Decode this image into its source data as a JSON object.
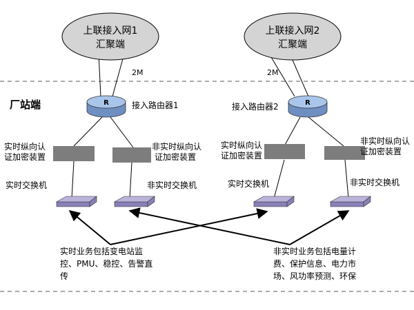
{
  "section_label": "厂站端",
  "uplinks": [
    {
      "line1": "上联接入网1",
      "line2": "汇聚端",
      "bandwidth": "2M"
    },
    {
      "line1": "上联接入网2",
      "line2": "汇聚端",
      "bandwidth": "2M"
    }
  ],
  "routers": [
    {
      "label": "接入路由器1",
      "icon_letter": "R"
    },
    {
      "label": "接入路由器2",
      "icon_letter": "R"
    }
  ],
  "crypto_devices": [
    {
      "line1": "实时纵向认",
      "line2": "证加密装置"
    },
    {
      "line1": "非实时纵向认",
      "line2": "证加密装置"
    },
    {
      "line1": "实时纵向认",
      "line2": "证加密装置"
    },
    {
      "line1": "非实时纵向认",
      "line2": "证加密装置"
    }
  ],
  "switches": [
    {
      "label": "实时交换机"
    },
    {
      "label": "非实时交换机"
    },
    {
      "label": "实时交换机"
    },
    {
      "label": "非实时交换机"
    }
  ],
  "notes": {
    "realtime": {
      "lines": [
        "实时业务包括变电站监",
        "控、PMU、稳控、告警直",
        "传"
      ]
    },
    "nonrealtime": {
      "lines": [
        "非实时业务包括电量计",
        "费、保护信息、电力市",
        "场、风功率预测、环保"
      ]
    }
  },
  "colors": {
    "cloud_fill": "#d4d4d4",
    "router_top": "#a9c5ea",
    "router_side": "#6f8fc2",
    "switch_top": "#bcb3da",
    "switch_side": "#8a80b8",
    "crypto_fill": "#7d7d7d",
    "line": "#000000"
  }
}
